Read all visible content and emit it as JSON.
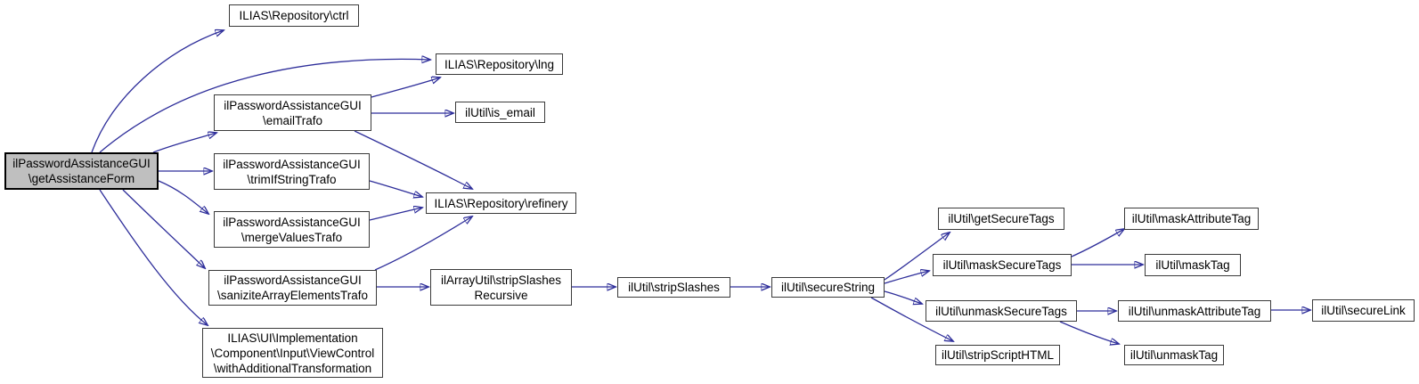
{
  "diagram": {
    "type": "call-graph",
    "focus_function": "ilPasswordAssistanceGUI\\getAssistanceForm",
    "colors": {
      "edge": "#2e2e9a",
      "node_border": "#3a3a3a",
      "node_fill": "#ffffff",
      "focus_node_fill": "#bfbfbf",
      "focus_node_border": "#000000",
      "text": "#000000",
      "background": "#ffffff"
    },
    "nodes": [
      {
        "id": "ctrl",
        "label": "ILIAS\\Repository\\ctrl",
        "focus": false
      },
      {
        "id": "lng",
        "label": "ILIAS\\Repository\\lng",
        "focus": false
      },
      {
        "id": "emailTrafo",
        "label": "ilPasswordAssistanceGUI\n\\emailTrafo",
        "focus": false
      },
      {
        "id": "is_email",
        "label": "ilUtil\\is_email",
        "focus": false
      },
      {
        "id": "getAssistanceForm",
        "label": "ilPasswordAssistanceGUI\n\\getAssistanceForm",
        "focus": true
      },
      {
        "id": "trimIfStringTrafo",
        "label": "ilPasswordAssistanceGUI\n\\trimIfStringTrafo",
        "focus": false
      },
      {
        "id": "refinery",
        "label": "ILIAS\\Repository\\refinery",
        "focus": false
      },
      {
        "id": "mergeValuesTrafo",
        "label": "ilPasswordAssistanceGUI\n\\mergeValuesTrafo",
        "focus": false
      },
      {
        "id": "saniziteArrayElementsTrafo",
        "label": "ilPasswordAssistanceGUI\n\\saniziteArrayElementsTrafo",
        "focus": false
      },
      {
        "id": "stripSlashesRecursive",
        "label": "ilArrayUtil\\stripSlashes\nRecursive",
        "focus": false
      },
      {
        "id": "withAdditionalTransformation",
        "label": "ILIAS\\UI\\Implementation\n\\Component\\Input\\ViewControl\n\\withAdditionalTransformation",
        "focus": false
      },
      {
        "id": "stripSlashes",
        "label": "ilUtil\\stripSlashes",
        "focus": false
      },
      {
        "id": "secureString",
        "label": "ilUtil\\secureString",
        "focus": false
      },
      {
        "id": "getSecureTags",
        "label": "ilUtil\\getSecureTags",
        "focus": false
      },
      {
        "id": "maskSecureTags",
        "label": "ilUtil\\maskSecureTags",
        "focus": false
      },
      {
        "id": "maskAttributeTag",
        "label": "ilUtil\\maskAttributeTag",
        "focus": false
      },
      {
        "id": "maskTag",
        "label": "ilUtil\\maskTag",
        "focus": false
      },
      {
        "id": "unmaskSecureTags",
        "label": "ilUtil\\unmaskSecureTags",
        "focus": false
      },
      {
        "id": "unmaskAttributeTag",
        "label": "ilUtil\\unmaskAttributeTag",
        "focus": false
      },
      {
        "id": "secureLink",
        "label": "ilUtil\\secureLink",
        "focus": false
      },
      {
        "id": "stripScriptHTML",
        "label": "ilUtil\\stripScriptHTML",
        "focus": false
      },
      {
        "id": "unmaskTag",
        "label": "ilUtil\\unmaskTag",
        "focus": false
      }
    ],
    "edges": [
      {
        "from": "getAssistanceForm",
        "to": "ctrl"
      },
      {
        "from": "getAssistanceForm",
        "to": "lng"
      },
      {
        "from": "getAssistanceForm",
        "to": "emailTrafo"
      },
      {
        "from": "getAssistanceForm",
        "to": "trimIfStringTrafo"
      },
      {
        "from": "getAssistanceForm",
        "to": "mergeValuesTrafo"
      },
      {
        "from": "getAssistanceForm",
        "to": "saniziteArrayElementsTrafo"
      },
      {
        "from": "getAssistanceForm",
        "to": "withAdditionalTransformation"
      },
      {
        "from": "emailTrafo",
        "to": "lng"
      },
      {
        "from": "emailTrafo",
        "to": "is_email"
      },
      {
        "from": "emailTrafo",
        "to": "refinery"
      },
      {
        "from": "trimIfStringTrafo",
        "to": "refinery"
      },
      {
        "from": "mergeValuesTrafo",
        "to": "refinery"
      },
      {
        "from": "saniziteArrayElementsTrafo",
        "to": "refinery"
      },
      {
        "from": "saniziteArrayElementsTrafo",
        "to": "stripSlashesRecursive"
      },
      {
        "from": "stripSlashesRecursive",
        "to": "stripSlashes"
      },
      {
        "from": "stripSlashes",
        "to": "secureString"
      },
      {
        "from": "secureString",
        "to": "getSecureTags"
      },
      {
        "from": "secureString",
        "to": "maskSecureTags"
      },
      {
        "from": "secureString",
        "to": "unmaskSecureTags"
      },
      {
        "from": "secureString",
        "to": "stripScriptHTML"
      },
      {
        "from": "maskSecureTags",
        "to": "maskAttributeTag"
      },
      {
        "from": "maskSecureTags",
        "to": "maskTag"
      },
      {
        "from": "unmaskSecureTags",
        "to": "unmaskAttributeTag"
      },
      {
        "from": "unmaskSecureTags",
        "to": "unmaskTag"
      },
      {
        "from": "unmaskAttributeTag",
        "to": "secureLink"
      }
    ]
  }
}
